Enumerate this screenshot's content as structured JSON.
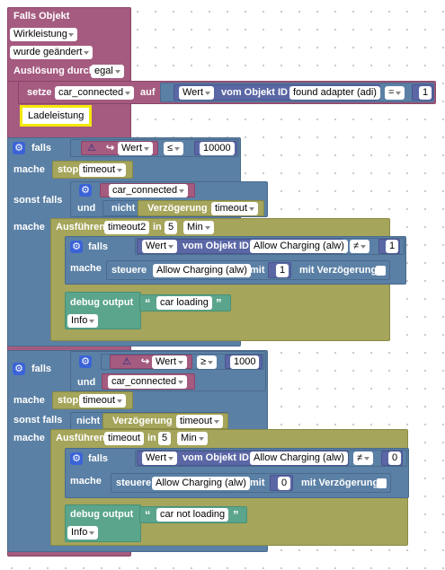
{
  "event": {
    "title": "Falls Objekt",
    "object": "Wirkleistung -",
    "trigger": "wurde geändert",
    "ack_label": "Auslösung durch",
    "ack_value": "egal"
  },
  "set_var": {
    "setze": "setze",
    "var": "car_connected",
    "auf": "auf",
    "prop": "Wert",
    "vom": "vom Objekt ID",
    "obj": "found adapter (adi)",
    "op": "=",
    "num": "1"
  },
  "highlight": {
    "text": "Ladeleistung"
  },
  "if1": {
    "falls": "falls",
    "prop": "Wert",
    "op": "≤",
    "val": "10000",
    "mache1": "mache",
    "stop": "stop",
    "timeout": "timeout",
    "sonst_falls": "sonst falls",
    "var": "car_connected",
    "und": "und",
    "nicht": "nicht",
    "verz": "Verzögerung",
    "verz_val": "timeout",
    "mache2": "mache",
    "exec": {
      "label": "Ausführen",
      "name": "timeout2",
      "in": "in",
      "num": "5",
      "unit": "Min"
    },
    "inner": {
      "falls": "falls",
      "prop": "Wert",
      "vom": "vom Objekt ID",
      "obj": "Allow Charging (alw)",
      "op": "≠",
      "num": "1",
      "mache": "mache",
      "steuere": "steuere",
      "ctrl_obj": "Allow Charging (alw)",
      "mit": "mit",
      "ctrl_num": "1",
      "verz": "mit Verzögerung"
    },
    "debug": {
      "label": "debug output",
      "text": "car loading",
      "level": "Info"
    }
  },
  "if2": {
    "falls": "falls",
    "prop": "Wert",
    "op": "≥",
    "val": "1000",
    "und": "und",
    "var": "car_connected",
    "mache1": "mache",
    "stop": "stop",
    "timeout": "timeout",
    "sonst_falls": "sonst falls",
    "nicht": "nicht",
    "verz": "Verzögerung",
    "verz_val": "timeout",
    "mache2": "mache",
    "exec": {
      "label": "Ausführen",
      "name": "timeout",
      "in": "in",
      "num": "5",
      "unit": "Min"
    },
    "inner": {
      "falls": "falls",
      "prop": "Wert",
      "vom": "vom Objekt ID",
      "obj": "Allow Charging (alw)",
      "op": "≠",
      "num": "0",
      "mache": "mache",
      "steuere": "steuere",
      "ctrl_obj": "Allow Charging (alw)",
      "mit": "mit",
      "ctrl_num": "0",
      "verz": "mit Verzögerung"
    },
    "debug": {
      "label": "debug output",
      "text": "car not loading",
      "level": "Info"
    }
  },
  "icons": {
    "gear": "gear-icon",
    "warning": "warning-icon",
    "arrow": "arrow-icon",
    "quote": "quote-icon"
  },
  "colors": {
    "event": "#a55b80",
    "control": "#5b80a5",
    "timer": "#a5a55b",
    "debug": "#5ba58c",
    "highlight": "#f3e80b"
  }
}
